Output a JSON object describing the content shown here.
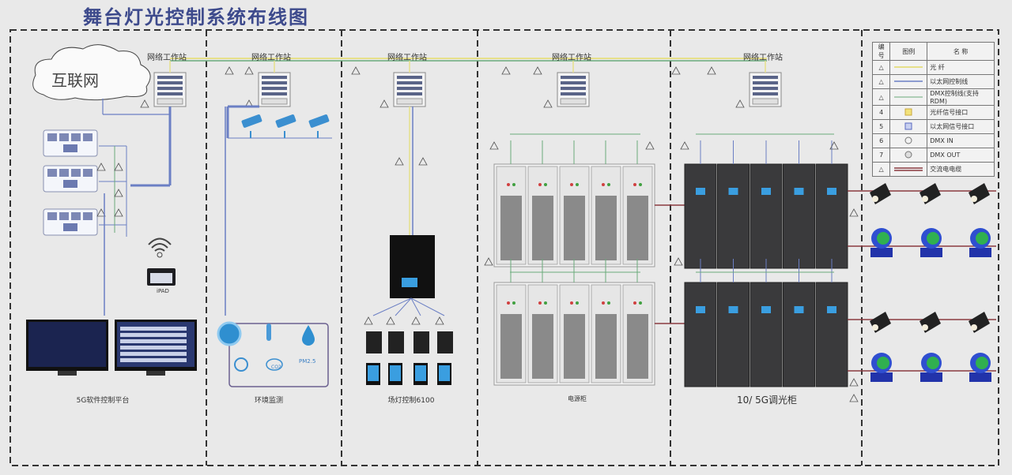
{
  "title": "舞台灯光控制系统布线图",
  "workstation_label": "网络工作站",
  "cloud_label": "互联网",
  "ipad_label": "iPAD",
  "sections": {
    "software": "5G软件控制平台",
    "environment": "环境监测",
    "field_light": "场灯控制6100",
    "power": "电源柜",
    "dimmer": "10/ 5G调光柜"
  },
  "env_readouts": [
    "PM2.5",
    "CO2"
  ],
  "legend": {
    "headers": [
      "编号",
      "图例",
      "名 称"
    ],
    "rows": [
      {
        "no": "△",
        "name": "光 纤",
        "symbol": "yellow-line"
      },
      {
        "no": "△",
        "name": "以太网控制线",
        "symbol": "blue-line"
      },
      {
        "no": "△",
        "name": "DMX控制线(支持RDM)",
        "symbol": "green-line"
      },
      {
        "no": "4",
        "name": "光纤信号接口",
        "symbol": "fiber-port"
      },
      {
        "no": "5",
        "name": "以太网信号接口",
        "symbol": "ethernet-port"
      },
      {
        "no": "6",
        "name": "DMX IN",
        "symbol": "dmx-in"
      },
      {
        "no": "7",
        "name": "DMX OUT",
        "symbol": "dmx-out"
      },
      {
        "no": "△",
        "name": "交流电电缆",
        "symbol": "ac-cable"
      }
    ]
  },
  "colors": {
    "fiber": "#e6e08a",
    "ethernet": "#6b7fc4",
    "dmx": "#6aaa7a",
    "ac": "#8a3a40",
    "title": "#3d4a8c"
  }
}
